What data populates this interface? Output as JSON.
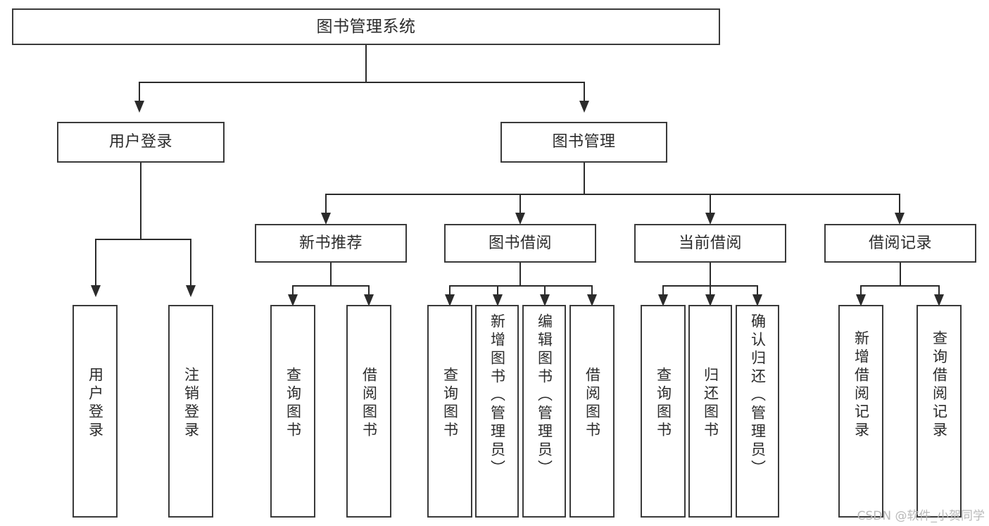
{
  "diagram": {
    "type": "tree-hierarchy",
    "title": "图书管理系统",
    "root": {
      "label": "图书管理系统"
    },
    "level1": [
      {
        "label": "用户登录"
      },
      {
        "label": "图书管理"
      }
    ],
    "level2": [
      {
        "label": "新书推荐"
      },
      {
        "label": "图书借阅"
      },
      {
        "label": "当前借阅"
      },
      {
        "label": "借阅记录"
      }
    ],
    "leaves": {
      "user_login": [
        {
          "label": "用户登录"
        },
        {
          "label": "注销登录"
        }
      ],
      "new_book_recommend": [
        {
          "label": "查询图书"
        },
        {
          "label": "借阅图书"
        }
      ],
      "book_borrow": [
        {
          "label": "查询图书"
        },
        {
          "label": "新增图书（管理员）"
        },
        {
          "label": "编辑图书（管理员）"
        },
        {
          "label": "借阅图书"
        }
      ],
      "current_borrow": [
        {
          "label": "查询图书"
        },
        {
          "label": "归还图书"
        },
        {
          "label": "确认归还（管理员）"
        }
      ],
      "borrow_record": [
        {
          "label": "新增借阅记录"
        },
        {
          "label": "查询借阅记录"
        }
      ]
    }
  },
  "watermark": {
    "text": "CSDN @软件_小贺同学"
  },
  "colors": {
    "box_border": "#3a3a3a",
    "line": "#2b2b2b",
    "text": "#2b2b2b",
    "background": "#ffffff",
    "watermark": "#b9b9b9"
  }
}
